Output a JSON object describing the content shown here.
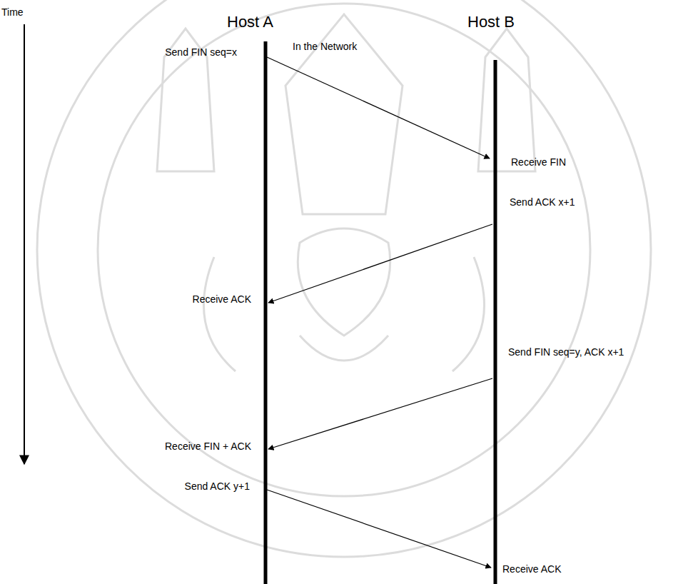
{
  "diagram": {
    "labels": [
      "Time",
      "Host A",
      "Host B",
      "In the Network",
      "Send FIN seq=x",
      "Receive FIN",
      "Send ACK x+1",
      "Receive ACK",
      "Send FIN seq=y, ACK x+1",
      "Receive FIN + ACK",
      "Send ACK y+1",
      "Receive ACK"
    ]
  }
}
